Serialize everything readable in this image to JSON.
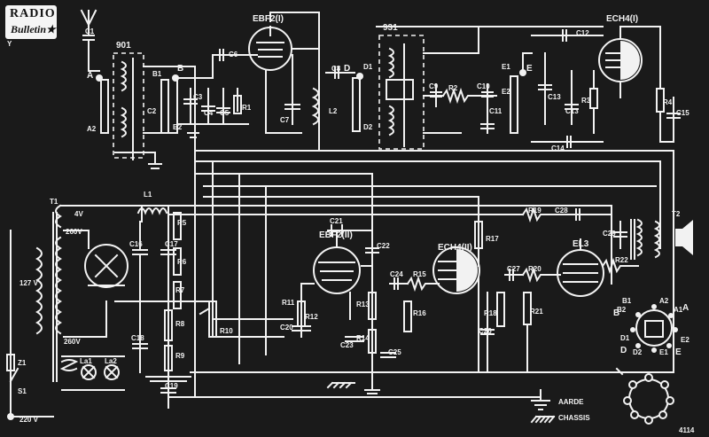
{
  "logo": {
    "line1": "RADIO",
    "line2": "Bulletin★"
  },
  "footer_code": "4114",
  "tubes": {
    "ebf2_1": "EBF2(I)",
    "ech4_1": "ECH4(I)",
    "ebf2_2": "EBF2(II)",
    "ech4_2": "ECH4(II)",
    "el3": "EL3"
  },
  "blocks": {
    "if1": "901",
    "if2": "931"
  },
  "terminals": {
    "a": "A",
    "b": "B",
    "d": "D",
    "e": "E",
    "a2": "A2",
    "b1": "B1",
    "b2": "B2",
    "d1": "D1",
    "d2": "D2",
    "e1": "E1",
    "e2": "E2"
  },
  "components": {
    "c1": "C1",
    "c2": "C2",
    "c3": "C3",
    "c4": "C4",
    "c5": "C5",
    "c6": "C6",
    "c7": "C7",
    "c8": "C8",
    "c9": "C9",
    "c10": "C10",
    "c11": "C11",
    "c12": "C12",
    "c13": "C13",
    "c14": "C14",
    "c15": "C15",
    "c16": "C16",
    "c17": "C17",
    "c18": "C18",
    "c19": "C19",
    "c20": "C20",
    "c21": "C21",
    "c22": "C22",
    "c23": "C23",
    "c24": "C24",
    "c25": "C25",
    "c26": "C26",
    "c27": "C27",
    "c28": "C28",
    "c29": "C29",
    "r1": "R1",
    "r2": "R2",
    "r3": "R3",
    "r4": "R4",
    "r5": "R5",
    "r6": "R6",
    "r7": "R7",
    "r8": "R8",
    "r9": "R9",
    "r10": "R10",
    "r11": "R11",
    "r12": "R12",
    "r13": "R13",
    "r14": "R14",
    "r15": "R15",
    "r16": "R16",
    "r17": "R17",
    "r18": "R18",
    "r19": "R19",
    "r20": "R20",
    "r21": "R21",
    "r22": "R22",
    "l1": "L1",
    "l2": "L2",
    "t1": "T1",
    "t2": "T2",
    "z1": "Z1",
    "s1": "S1",
    "la1": "La1",
    "la2": "La2"
  },
  "voltages": {
    "v4": "4V",
    "v260a": "260V",
    "v127": "127 V",
    "v260b": "260V",
    "v220": "220 V"
  },
  "legend": {
    "aarde": "AARDE",
    "chassis": "CHASSIS"
  },
  "switch_labels": {
    "s_b1": "B1",
    "s_a2": "A2",
    "s_b2": "B2",
    "s_a1": "A1",
    "s_a": "A",
    "s_b": "B",
    "s_e2": "E2",
    "s_d1": "D1",
    "s_e1": "E1",
    "s_d2": "D2",
    "s_d": "D",
    "s_e": "E"
  }
}
